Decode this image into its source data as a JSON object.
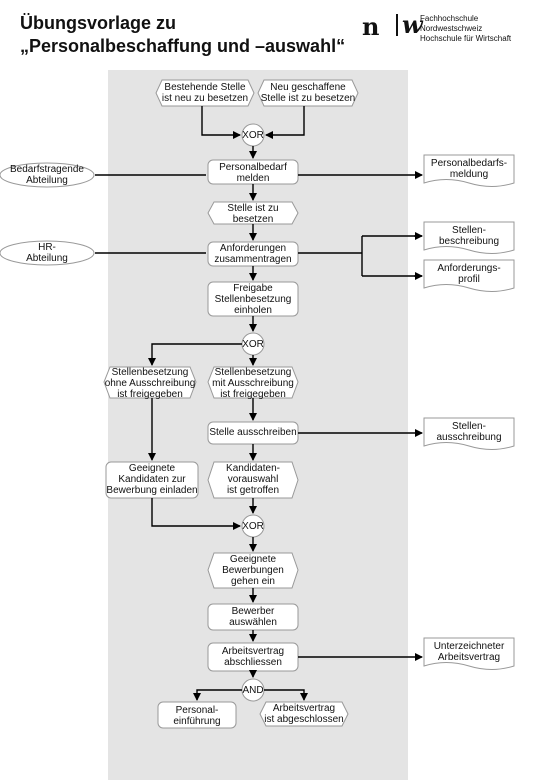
{
  "header": {
    "title_line1": "Übungsvorlage zu",
    "title_line2": "„Personalbeschaffung und –auswahl“",
    "logo_left": "n",
    "logo_right": "w",
    "institution_line1": "Fachhochschule Nordwestschweiz",
    "institution_line2": "Hochschule für Wirtschaft"
  },
  "roles": {
    "bedarf_line1": "Bedarfstragende",
    "bedarf_line2": "Abteilung",
    "hr_line1": "HR-",
    "hr_line2": "Abteilung"
  },
  "nodes": {
    "e_bestehend_1": "Bestehende Stelle",
    "e_bestehend_2": "ist neu zu besetzen",
    "e_neu_1": "Neu geschaffene",
    "e_neu_2": "Stelle ist zu besetzen",
    "xor1": "XOR",
    "f_bedarf_1": "Personalbedarf",
    "f_bedarf_2": "melden",
    "e_stelle_1": "Stelle ist zu",
    "e_stelle_2": "besetzen",
    "f_anf_1": "Anforderungen",
    "f_anf_2": "zusammentragen",
    "f_freigabe_1": "Freigabe",
    "f_freigabe_2": "Stellenbesetzung",
    "f_freigabe_3": "einholen",
    "xor2": "XOR",
    "e_ohne_1": "Stellenbesetzung",
    "e_ohne_2": "ohne Ausschreibung",
    "e_ohne_3": "ist freigegeben",
    "e_mit_1": "Stellenbesetzung",
    "e_mit_2": "mit Ausschreibung",
    "e_mit_3": "ist freigegeben",
    "f_ausschreiben": "Stelle ausschreiben",
    "f_einladen_1": "Geeignete",
    "f_einladen_2": "Kandidaten zur",
    "f_einladen_3": "Bewerbung einladen",
    "e_vorauswahl_1": "Kandidaten-",
    "e_vorauswahl_2": "vorauswahl",
    "e_vorauswahl_3": "ist getroffen",
    "xor3": "XOR",
    "e_bewerbungen_1": "Geeignete",
    "e_bewerbungen_2": "Bewerbungen",
    "e_bewerbungen_3": "gehen ein",
    "f_auswaehlen_1": "Bewerber",
    "f_auswaehlen_2": "auswählen",
    "f_vertrag_1": "Arbeitsvertrag",
    "f_vertrag_2": "abschliessen",
    "and1": "AND",
    "f_einfuehrung_1": "Personal-",
    "f_einfuehrung_2": "einführung",
    "e_abgeschlossen_1": "Arbeitsvertrag",
    "e_abgeschlossen_2": "ist abgeschlossen"
  },
  "documents": {
    "doc_meldung_1": "Personalbedarfs-",
    "doc_meldung_2": "meldung",
    "doc_beschreibung_1": "Stellen-",
    "doc_beschreibung_2": "beschreibung",
    "doc_profil_1": "Anforderungs-",
    "doc_profil_2": "profil",
    "doc_ausschreibung_1": "Stellen-",
    "doc_ausschreibung_2": "ausschreibung",
    "doc_vertrag_1": "Unterzeichneter",
    "doc_vertrag_2": "Arbeitsvertrag"
  },
  "colors": {
    "lane": "#e4e4e4",
    "shape_fill": "#ffffff",
    "shape_stroke": "#999999",
    "arrow": "#000000"
  }
}
